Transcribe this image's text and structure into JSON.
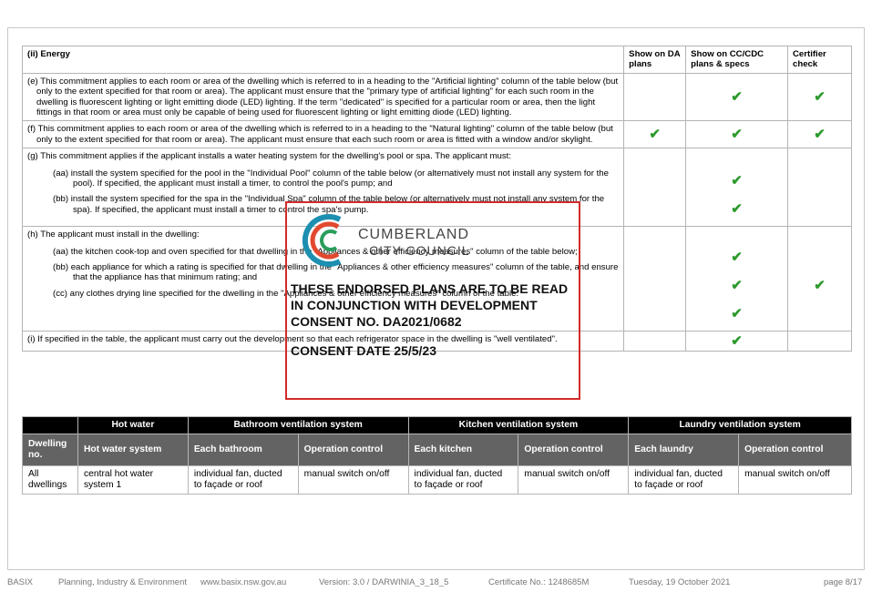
{
  "energy": {
    "heading": "(ii) Energy",
    "columns": [
      "Show on DA plans",
      "Show on CC/CDC plans & specs",
      "Certifier check"
    ],
    "e": "(e) This commitment applies to each room or area of the dwelling which is referred to in a heading to the \"Artificial lighting\" column of the table below (but only to the extent specified for that room or area). The applicant must ensure that the \"primary type of artificial lighting\" for each such room in the dwelling is fluorescent lighting or light emitting diode (LED) lighting. If the term \"dedicated\" is specified for a particular room or area, then the light fittings in that room or area must only be capable of being used for fluorescent lighting or light emitting diode (LED) lighting.",
    "f": "(f) This commitment applies to each room or area of the dwelling which is referred to in a heading to the \"Natural lighting\" column of the table below (but only to the extent specified for that room or area). The applicant must ensure that each such room or area is fitted with a window and/or skylight.",
    "g": {
      "lead": "(g) This commitment applies if the applicant installs a water heating system for the dwelling's pool or spa.  The applicant must:",
      "aa": "(aa) install the system specified for the pool in the \"Individual Pool\" column of the table below (or alternatively must not install any system for the pool). If specified, the applicant must install a timer, to control the pool's pump; and",
      "bb": "(bb) install the system specified for the spa in the \"Individual Spa\" column of the table below (or alternatively must not install any system for the spa). If specified, the applicant must install a timer to control the spa's pump."
    },
    "h": {
      "lead": "(h) The applicant must install in the dwelling:",
      "aa": "(aa) the kitchen cook-top and oven specified for that dwelling in the \"Appliances & other efficiency measures\" column of the table below;",
      "bb": "(bb) each appliance for which a rating is specified for that dwelling in the \"Appliances & other efficiency measures\" column of the table, and ensure that the appliance has that minimum rating; and",
      "cc": "(cc) any clothes drying line specified for the dwelling in the \"Appliances & other efficiency measures\" column of the table."
    },
    "i": "(i) If specified in the table, the applicant must carry out the development so that each refrigerator space in the dwelling is \"well ventilated\".",
    "tick": "✔"
  },
  "basix_table": {
    "group_headers": [
      "Hot water",
      "Bathroom ventilation system",
      "Kitchen ventilation system",
      "Laundry ventilation system"
    ],
    "columns": [
      "Dwelling no.",
      "Hot water system",
      "Each bathroom",
      "Operation control",
      "Each kitchen",
      "Operation control",
      "Each laundry",
      "Operation control"
    ],
    "row": [
      "All dwellings",
      "central hot water system 1",
      "individual fan, ducted to façade or roof",
      "manual switch on/off",
      "individual fan, ducted to façade or roof",
      "manual switch on/off",
      "individual fan, ducted to façade or roof",
      "manual switch on/off"
    ]
  },
  "stamp": {
    "org_line1": "CUMBERLAND",
    "org_line2": "CITY COUNCIL",
    "line1": "THESE ENDORSED PLANS ARE TO BE READ",
    "line2": "IN CONJUNCTION WITH DEVELOPMENT",
    "line3": "CONSENT NO. DA2021/0682",
    "line4": "CONSENT DATE 25/5/23",
    "border_color": "#d22a2a"
  },
  "footer": {
    "basix": "BASIX",
    "dept": "Planning, Industry & Environment",
    "site": "www.basix.nsw.gov.au",
    "version": "Version: 3.0 / DARWINIA_3_18_5",
    "certificate": "Certificate No.: 1248685M",
    "date": "Tuesday, 19 October 2021",
    "page": "page 8/17"
  }
}
